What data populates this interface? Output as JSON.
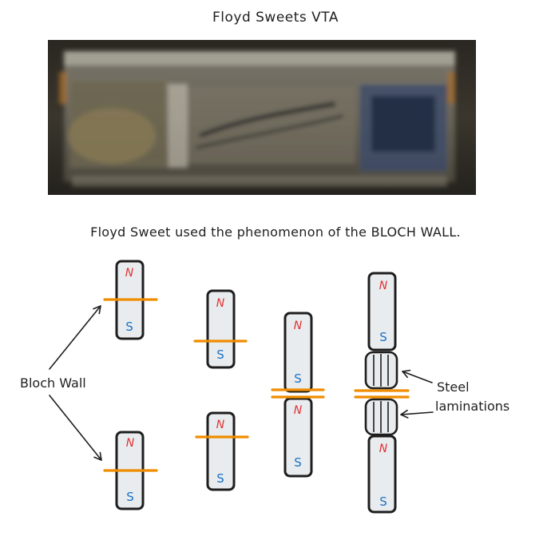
{
  "title": "Floyd Sweets VTA",
  "subtitle": "Floyd Sweet used the phenomenon of the BLOCH WALL.",
  "photo": {
    "description_icon": "vta-device-photo"
  },
  "labels": {
    "bloch_wall": "Bloch Wall",
    "steel_line1": "Steel",
    "steel_line2": "laminations"
  },
  "poles": {
    "north": "N",
    "south": "S"
  },
  "colors": {
    "north": "#e03131",
    "south": "#1971c2",
    "bloch_wall": "#f08c00",
    "magnet_fill": "#e9ecef",
    "outline": "#1e1e1e"
  }
}
